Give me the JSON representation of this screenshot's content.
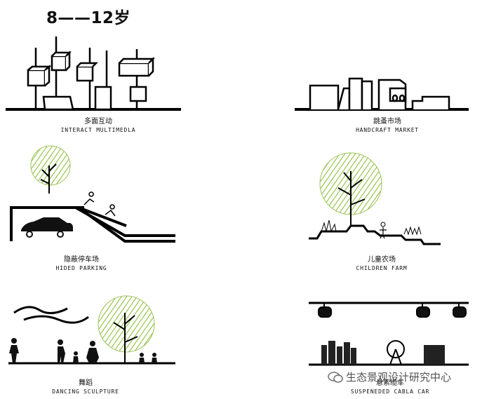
{
  "title": "8——12岁",
  "panels": [
    {
      "cn": "多面互动",
      "en": "INTERACT MULTIMEDLA"
    },
    {
      "cn": "跳蚤市场",
      "en": "HANDCRAFT MARKET"
    },
    {
      "cn": "隐蔽停车场",
      "en": "HIDED PARKING"
    },
    {
      "cn": "儿童农场",
      "en": "CHILDREN FARM"
    },
    {
      "cn": "舞蹈",
      "en": "DANCING SCULPTURE"
    },
    {
      "cn": "悬索缆车",
      "en": "SUSPENEDED CABLA CAR"
    }
  ],
  "watermark": "生态景观设计研究中心",
  "colors": {
    "line": "#000000",
    "tree": "#8fbf3f"
  }
}
